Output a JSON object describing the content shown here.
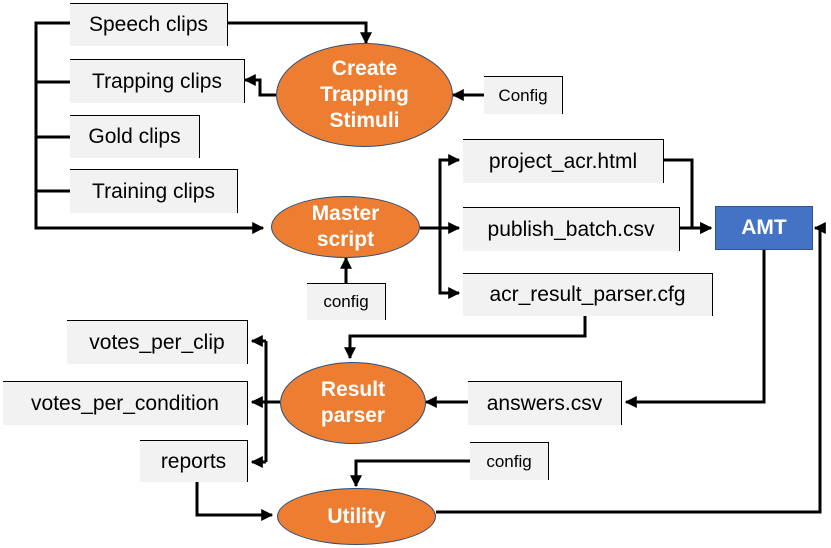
{
  "files": {
    "speech_clips": "Speech clips",
    "trapping_clips": "Trapping clips",
    "gold_clips": "Gold clips",
    "training_clips": "Training clips",
    "project_acr": "project_acr.html",
    "publish_batch": "publish_batch.csv",
    "acr_result_parser": "acr_result_parser.cfg",
    "answers": "answers.csv",
    "votes_per_clip": "votes_per_clip",
    "votes_per_condition": "votes_per_condition",
    "reports": "reports",
    "config_trapping": "Config",
    "config_master": "config",
    "config_utility": "config"
  },
  "processes": {
    "create_trapping_line1": "Create",
    "create_trapping_line2": "Trapping",
    "create_trapping_line3": "Stimuli",
    "master_line1": "Master",
    "master_line2": "script",
    "result_line1": "Result",
    "result_line2": "parser",
    "utility": "Utility"
  },
  "service": {
    "amt": "AMT"
  },
  "colors": {
    "process": "#ed7d31",
    "service": "#4472c4",
    "file_box": "#f2f2f2"
  }
}
